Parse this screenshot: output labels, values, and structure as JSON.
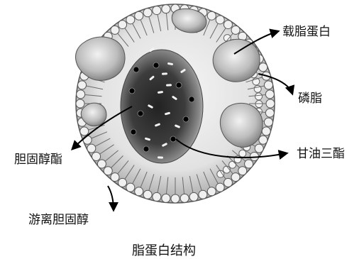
{
  "diagram": {
    "caption": "脂蛋白结构",
    "labels": {
      "apolipoprotein": "载脂蛋白",
      "phospholipid": "磷脂",
      "cholesteryl_ester": "胆固醇酯",
      "triglyceride": "甘油三酯",
      "free_cholesterol": "游离胆固醇"
    }
  }
}
